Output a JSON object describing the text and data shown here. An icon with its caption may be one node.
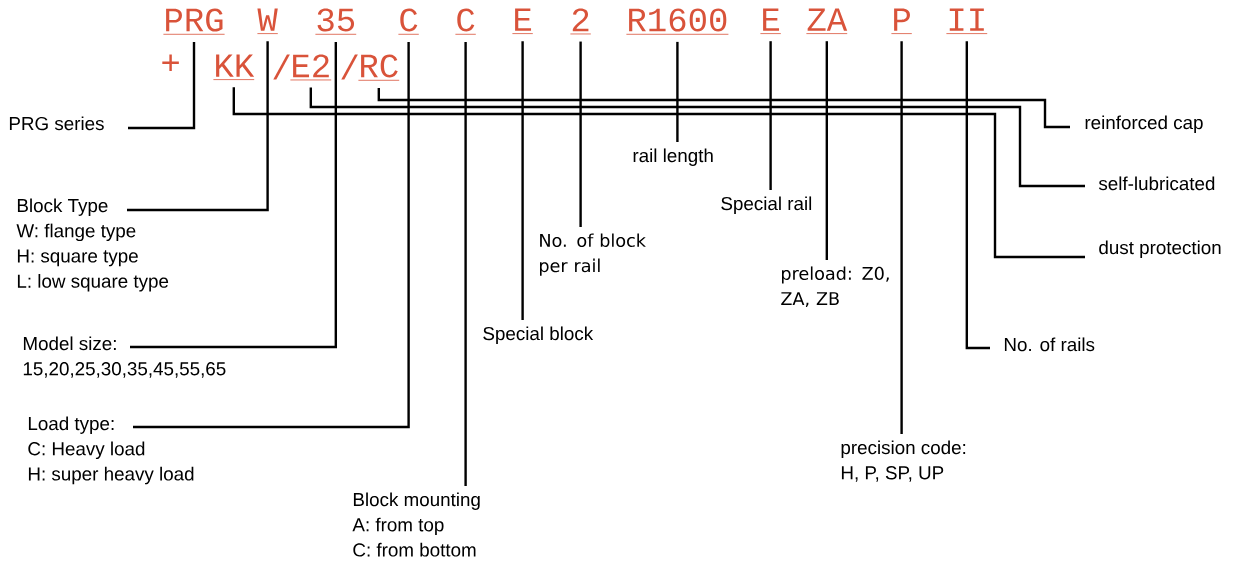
{
  "diagram": {
    "nodes": [
      {
        "text": [
          "PRG"
        ]
      },
      {
        "text": [
          "W"
        ]
      },
      {
        "text": [
          "35"
        ]
      },
      {
        "text": [
          "C"
        ]
      },
      {
        "text": [
          "C"
        ]
      },
      {
        "text": [
          "E"
        ]
      },
      {
        "text": [
          "2"
        ]
      },
      {
        "text": [
          "R1600"
        ]
      },
      {
        "text": [
          "E"
        ]
      },
      {
        "text": [
          "ZA"
        ]
      },
      {
        "text": [
          "P"
        ]
      },
      {
        "text": [
          "II"
        ]
      },
      {
        "text": [
          "KK"
        ]
      },
      {
        "text": [
          "E2"
        ]
      },
      {
        "text": [
          "RC"
        ]
      },
      {
        "text": [
          "PRG series"
        ]
      },
      {
        "text": [
          "Block Type",
          "W: flange type",
          "H: square type",
          "L: low square type"
        ]
      },
      {
        "text": [
          "Model size:",
          "15,20,25,30,35,45,55,65"
        ]
      },
      {
        "text": [
          "Load type:",
          "C: Heavy load",
          "H: super heavy load"
        ]
      },
      {
        "text": [
          "Block mounting",
          "A: from top",
          "C: from bottom"
        ]
      },
      {
        "text": [
          "Special block"
        ]
      },
      {
        "text": [
          "No. of block per rail"
        ]
      },
      {
        "text": [
          "rail length"
        ]
      },
      {
        "text": [
          "Special rail"
        ]
      },
      {
        "text": [
          "preload: Z0, ZA, ZB"
        ]
      },
      {
        "text": [
          "precision code:",
          "H, P, SP, UP"
        ]
      },
      {
        "text": [
          "No. of rails"
        ]
      },
      {
        "text": [
          "dust protection"
        ]
      },
      {
        "text": [
          "self-lubricated"
        ]
      },
      {
        "text": [
          "reinforced cap"
        ]
      }
    ],
    "edges": [
      {
        "from": 15,
        "to": 0,
        "arrow": "none"
      },
      {
        "from": 16,
        "to": 1,
        "arrow": "none"
      },
      {
        "from": 17,
        "to": 2,
        "arrow": "none"
      },
      {
        "from": 18,
        "to": 3,
        "arrow": "none"
      },
      {
        "from": 19,
        "to": 4,
        "arrow": "none"
      },
      {
        "from": 20,
        "to": 5,
        "arrow": "none"
      },
      {
        "from": 21,
        "to": 6,
        "arrow": "none"
      },
      {
        "from": 22,
        "to": 7,
        "arrow": "none"
      },
      {
        "from": 23,
        "to": 8,
        "arrow": "none"
      },
      {
        "from": 24,
        "to": 9,
        "arrow": "none"
      },
      {
        "from": 25,
        "to": 10,
        "arrow": "none"
      },
      {
        "from": 26,
        "to": 11,
        "arrow": "none"
      },
      {
        "from": 27,
        "to": 12,
        "arrow": "none"
      },
      {
        "from": 28,
        "to": 13,
        "arrow": "none"
      },
      {
        "from": 29,
        "to": 14,
        "arrow": "none"
      }
    ],
    "labels": [
      "+",
      "/",
      "/"
    ]
  }
}
